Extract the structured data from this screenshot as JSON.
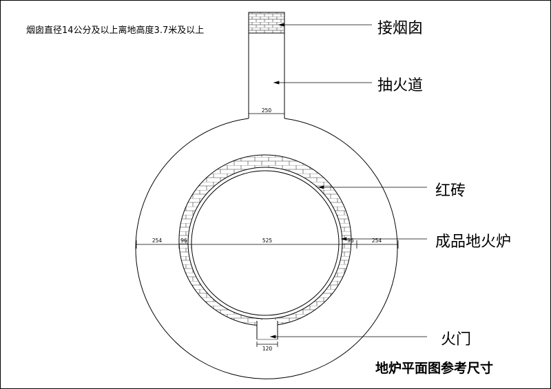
{
  "note": "烟囱直径14公分及以上离地高度3.7米及以上",
  "labels": {
    "chimney": "接烟囱",
    "flue": "抽火道",
    "red_brick": "红砖",
    "stove": "成品地火炉",
    "fire_door": "火门"
  },
  "dimensions": {
    "flue_width": "250",
    "left_outer": "254",
    "left_brick": "96",
    "inner_diameter": "525",
    "right_brick": "96",
    "right_outer": "254",
    "door_width": "120"
  },
  "title": "地炉平面图参考尺寸"
}
